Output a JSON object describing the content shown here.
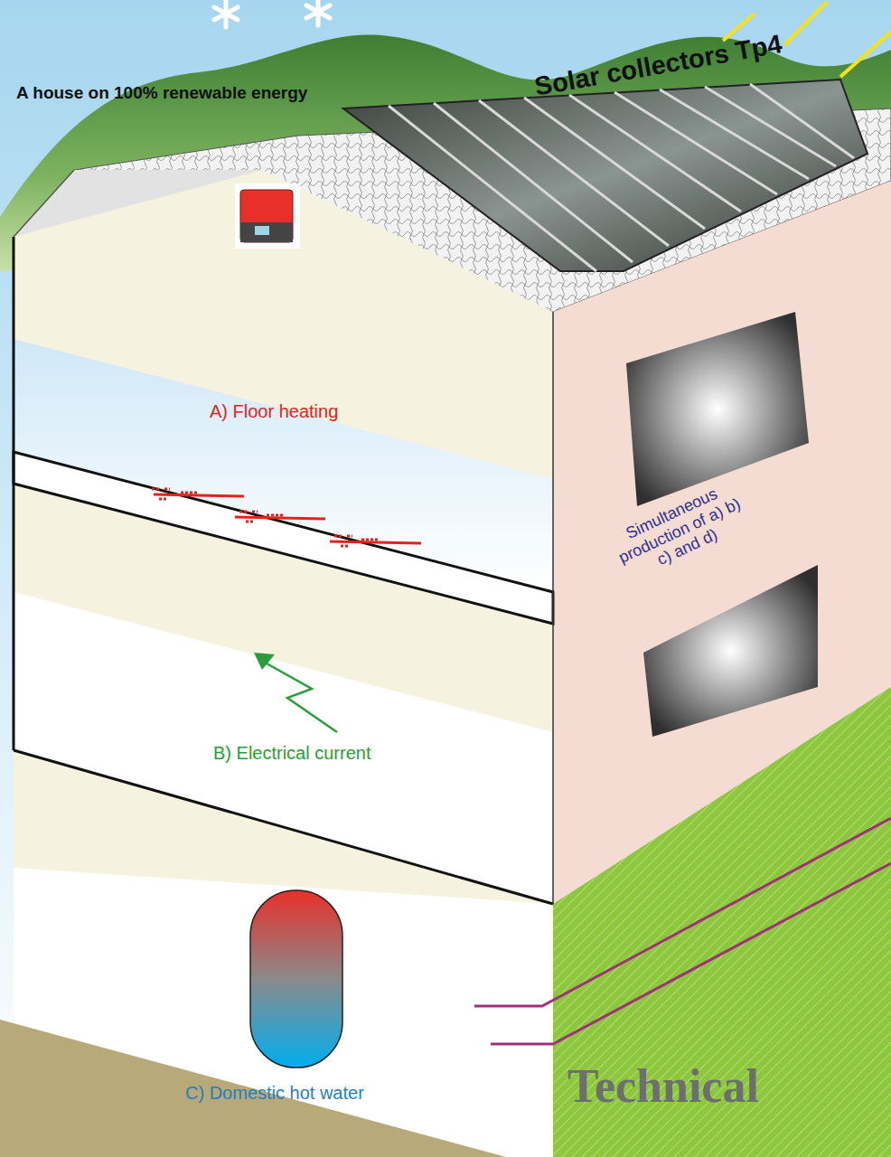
{
  "diagram": {
    "title": "A house on 100% renewable energy",
    "labels": [
      "Solar collectors Tp4",
      "A) Floor heating",
      "Simultaneous production of a) b) c) and d)",
      "B) Electrical current",
      "C) Domestic hot water",
      "Technical"
    ]
  }
}
